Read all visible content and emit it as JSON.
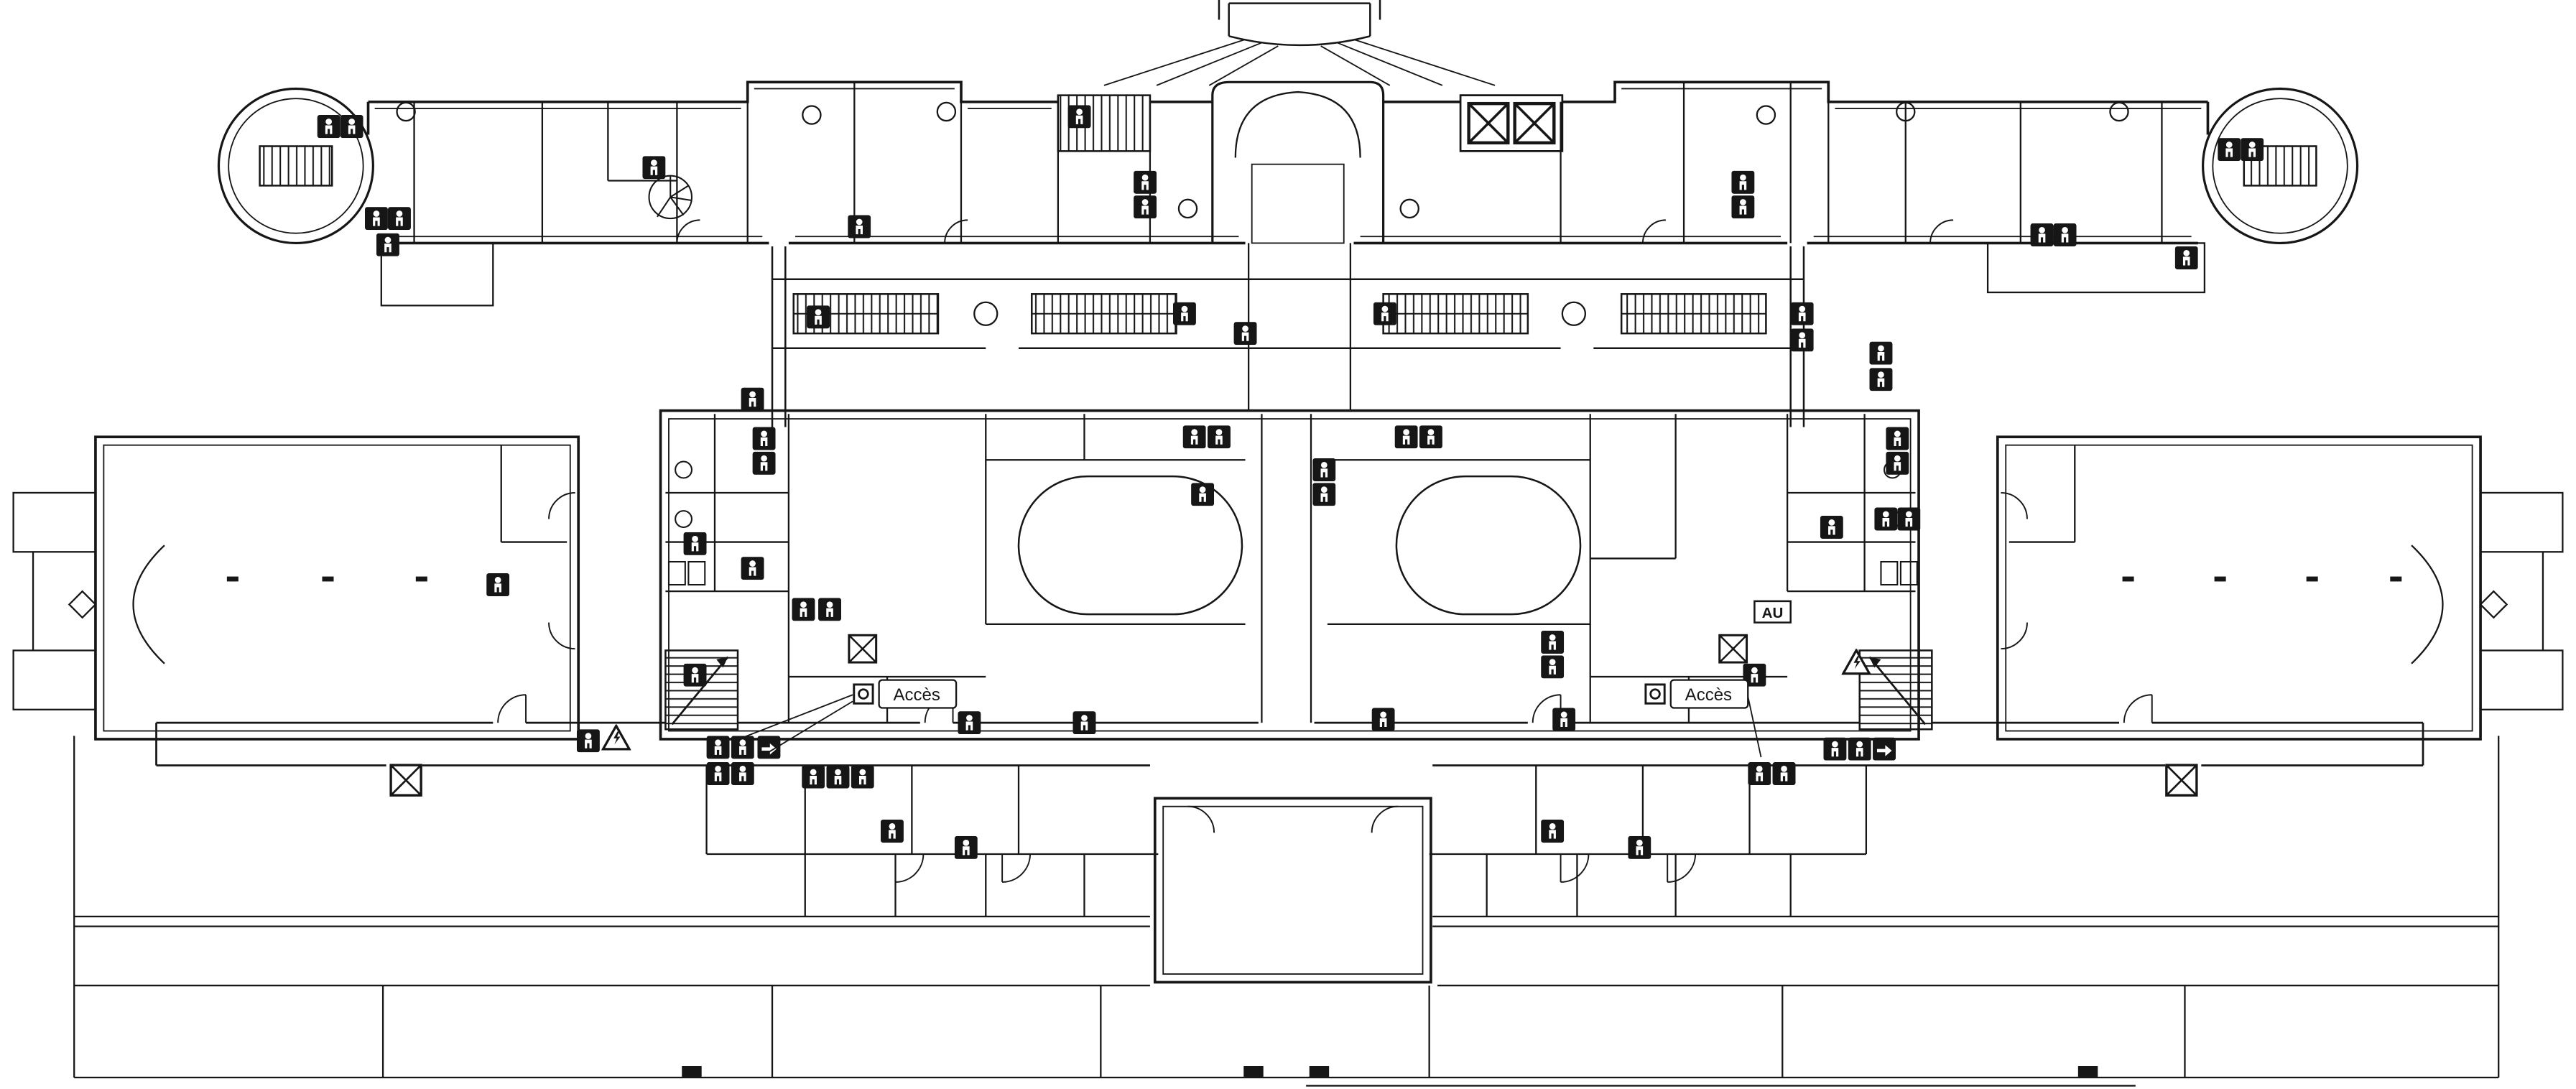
{
  "document": {
    "type": "architectural-floor-plan",
    "style": "black-ink line drawing, symmetric building evacuation plan",
    "paper_color": "#ffffff",
    "ink_color": "#161616"
  },
  "labels": {
    "access_left": "Accès",
    "access_right": "Accès",
    "au_box": "AU"
  },
  "icons": {
    "safety-pictogram-icon": "black square with white safety pictogram",
    "exit-pictogram-icon": "black square with white arrow",
    "elevator-icon": "square crossed by two diagonals",
    "stairs-icon": "rectangle with hatched tread lines",
    "spiral-stairs-icon": "circle with radial treads",
    "warning-triangle-icon": "triangle with lightning bolt",
    "access-point-icon": "small square with circle",
    "column-icon": "small circle",
    "diamond-marker-icon": "diamond outline"
  }
}
